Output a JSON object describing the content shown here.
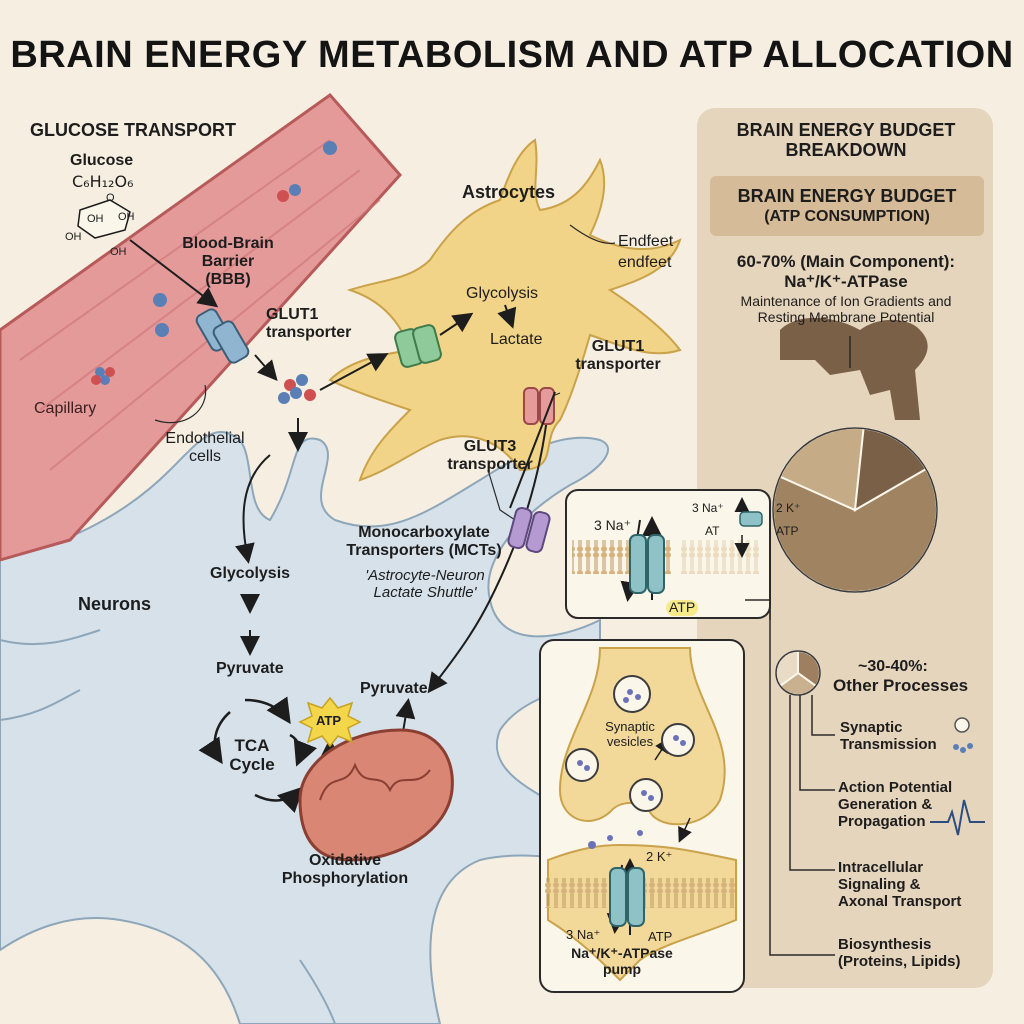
{
  "title": "BRAIN ENERGY METABOLISM AND ATP ALLOCATION",
  "glucose_transport": {
    "heading": "GLUCOSE TRANSPORT",
    "glucose_label": "Glucose",
    "glucose_formula": "C₆H₁₂O₆",
    "ring_oh_1": "OH",
    "ring_oh_2": "OH",
    "ring_oh_3": "OH",
    "ring_oh_4": "OH",
    "ring_o": "O",
    "bbb_label": "Blood-Brain\nBarrier\n(BBB)",
    "glut1_label": "GLUT1\ntransporter",
    "capillary_label": "Capillary",
    "endothelial_label": "Endothelial\ncells"
  },
  "astrocytes": {
    "label": "Astrocytes",
    "glycolysis": "Glycolysis",
    "lactate": "Lactate",
    "endfeet_1": "Endfeet",
    "endfeet_2": "endfeet",
    "glut1_label": "GLUT1\ntransporter",
    "glut3_label": "GLUT3\ntransporter"
  },
  "mct": {
    "label": "Monocarboxylate\nTransporters (MCTs)",
    "shuttle": "'Astrocyte-Neuron\nLactate Shuttle'"
  },
  "neurons": {
    "label": "Neurons",
    "glycolysis": "Glycolysis",
    "pyruvate_1": "Pyruvate",
    "pyruvate_2": "Pyruvate",
    "tca": "TCA\nCycle",
    "atp": "ATP",
    "oxphos": "Oxidative\nPhosphorylation"
  },
  "pump_inset": {
    "na_left": "3 Na⁺",
    "na_small": "3 Na⁺",
    "k_small": "2 K⁺",
    "at_small": "AT",
    "atp_small": "ATP",
    "atp_badge": "ATP"
  },
  "synapse_inset": {
    "vesicles": "Synaptic\nvesicles",
    "k": "2 K⁺",
    "na": "3 Na⁺",
    "atp": "ATP",
    "pump": "Na⁺/K⁺-ATPase\npump"
  },
  "budget": {
    "heading": "BRAIN ENERGY BUDGET\nBREAKDOWN",
    "box_title": "BRAIN ENERGY BUDGET",
    "box_subtitle": "(ATP CONSUMPTION)",
    "main_pct": "60-70% (Main Component):",
    "main_name": "Na⁺/K⁺-ATPase",
    "main_desc": "Maintenance of Ion Gradients and\nResting Membrane Potential",
    "other_pct": "~30-40%:",
    "other_name": "Other Processes",
    "items": [
      "Synaptic\nTransmission",
      "Action Potential\nGeneration &\nPropagation",
      "Intracellular\nSignaling &\nAxonal Transport",
      "Biosynthesis\n(Proteins, Lipids)"
    ]
  },
  "chart_data": [
    {
      "type": "pie",
      "title": "",
      "values": [
        {
          "value": 65,
          "color": "#a08462"
        },
        {
          "value": 20,
          "color": "#c6ab87"
        },
        {
          "value": 15,
          "color": "#7a6047"
        }
      ]
    },
    {
      "type": "pie",
      "title": "",
      "values": [
        {
          "value": 35,
          "color": "#9e8060"
        },
        {
          "value": 30,
          "color": "#c9b08e"
        },
        {
          "value": 35,
          "color": "#e9dcc6"
        }
      ]
    }
  ],
  "colors": {
    "capillary": "#e59a9a",
    "capillary_stroke": "#b65a5a",
    "astrocyte": "#f2d488",
    "neuron": "#d6e1ea",
    "panel": "#e6d5bd",
    "mitochondrion": "#d98674",
    "atp_star": "#f4d64a"
  }
}
